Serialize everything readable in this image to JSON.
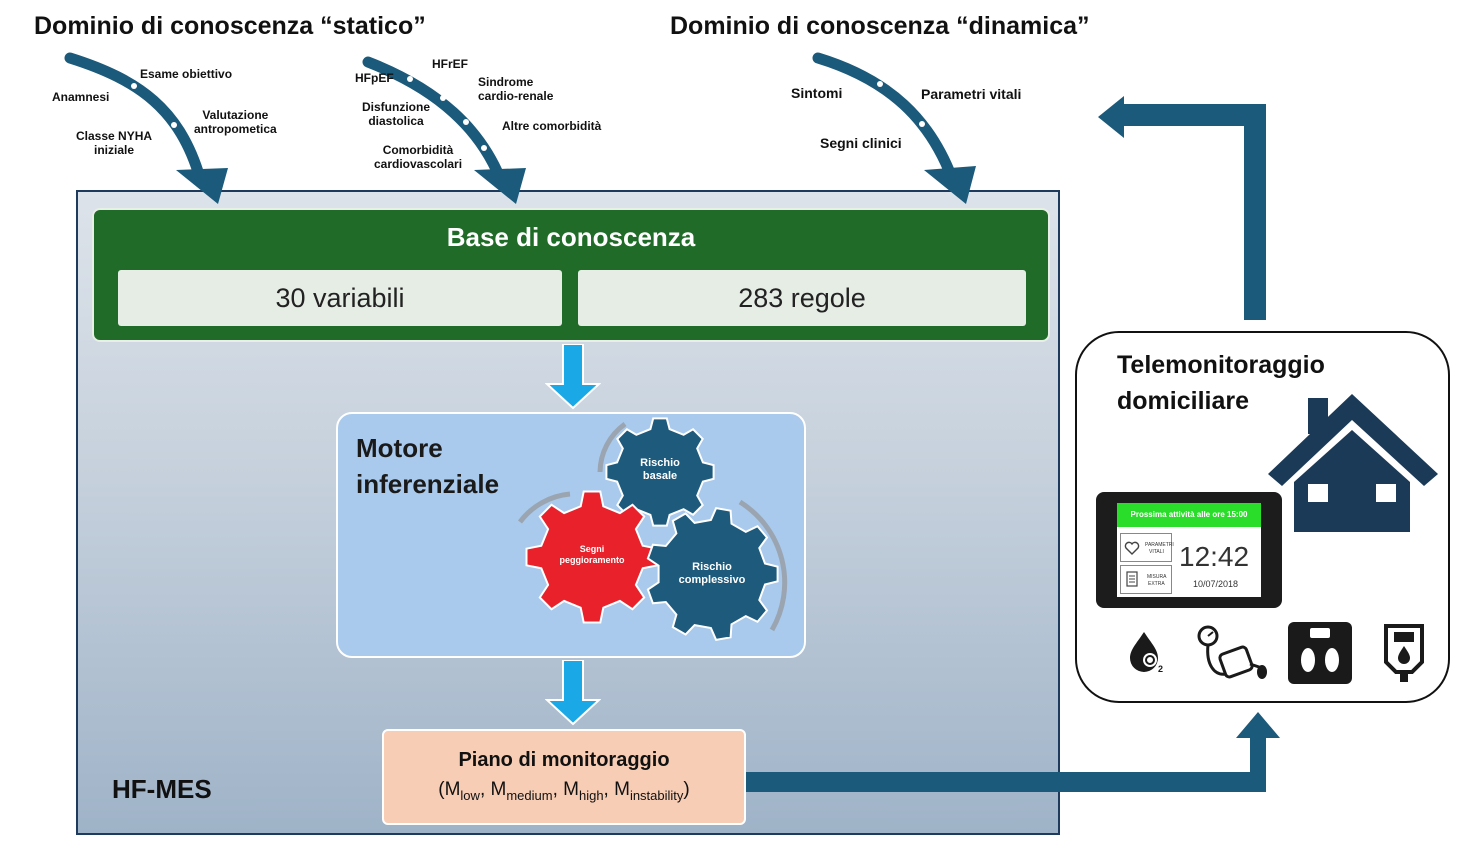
{
  "header": {
    "static_title": "Dominio di conoscenza “statico”",
    "dynamic_title": "Dominio di conoscenza “dinamica”"
  },
  "static_inputs": {
    "arrow1": {
      "esame": "Esame obiettivo",
      "anamnesi": "Anamnesi",
      "valutazione_1": "Valutazione",
      "valutazione_2": "antropometica",
      "nyha_1": "Classe NYHA",
      "nyha_2": "iniziale"
    },
    "arrow2": {
      "hfref": "HFrEF",
      "hfpef": "HFpEF",
      "sindrome_1": "Sindrome",
      "sindrome_2": "cardio-renale",
      "disfunzione_1": "Disfunzione",
      "disfunzione_2": "diastolica",
      "altre": "Altre comorbidità",
      "comorb_1": "Comorbidità",
      "comorb_2": "cardiovascolari"
    }
  },
  "dynamic_inputs": {
    "sintomi": "Sintomi",
    "parametri": "Parametri vitali",
    "segni": "Segni clinici"
  },
  "knowledge_base": {
    "title": "Base di conoscenza",
    "variables": "30 variabili",
    "rules": "283 regole"
  },
  "inference_engine": {
    "title_line1": "Motore",
    "title_line2": "inferenziale",
    "gears": {
      "basale_1": "Rischio",
      "basale_2": "basale",
      "segni_1": "Segni",
      "segni_2": "peggioramento",
      "complessivo_1": "Rischio",
      "complessivo_2": "complessivo"
    }
  },
  "monitoring_plan": {
    "title": "Piano di monitoraggio",
    "open": "(M",
    "m1": "low",
    "m2": "medium",
    "m3": "high",
    "m4": "instability",
    "sep": ", M",
    "close": ")"
  },
  "system_label": "HF-MES",
  "telemonitoring": {
    "title_line1": "Telemonitoraggio",
    "title_line2": "domiciliare",
    "tablet": {
      "banner": "Prossima attività alle ore 15:00",
      "time": "12:42",
      "date": "10/07/2018",
      "row1_a": "PARAMETRI",
      "row1_b": "VITALI",
      "row2_a": "MISURA",
      "row2_b": "EXTRA"
    },
    "devices": [
      "oximeter-icon",
      "blood-pressure-icon",
      "scale-icon",
      "glucometer-icon"
    ]
  },
  "colors": {
    "arrow_dark": "#1b5a7a",
    "kb_green": "#1f6b27",
    "motor_blue": "#a9caec",
    "plan_peach": "#f7cdb5",
    "gear_red": "#e8212b",
    "gear_blue": "#1d5a7c",
    "flow_arrow": "#1aa9e6",
    "house": "#1b3a57"
  }
}
